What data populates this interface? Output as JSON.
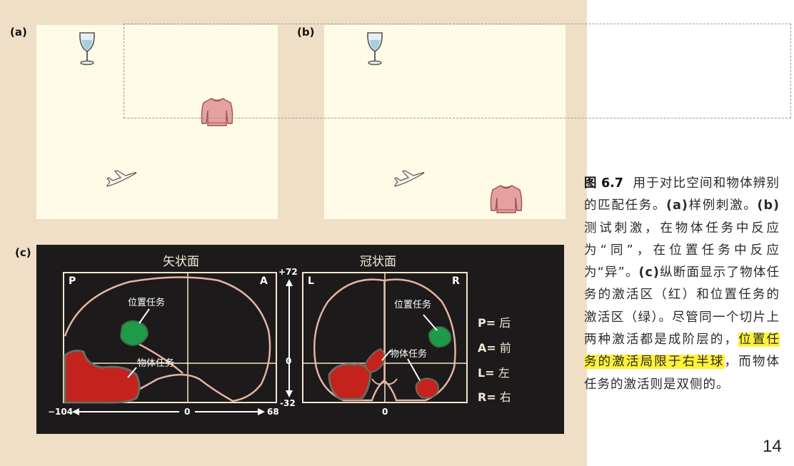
{
  "panels": {
    "a_label": "(a)",
    "b_label": "(b)",
    "c_label": "(c)"
  },
  "stimuli": {
    "a": [
      "wine-glass",
      "sweater",
      "airplane"
    ],
    "b": [
      "wine-glass",
      "airplane",
      "sweater"
    ]
  },
  "brain": {
    "sagittal_title": "矢状面",
    "coronal_title": "冠状面",
    "sag_left_letter": "P",
    "sag_right_letter": "A",
    "cor_left_letter": "L",
    "cor_right_letter": "R",
    "location_task_label": "位置任务",
    "object_task_label": "物体任务",
    "axis_top": "+72",
    "axis_mid": "0",
    "axis_bottom": "-32",
    "x_left": "−104",
    "x_mid": "0",
    "x_right": "68",
    "cor_x_mid": "0",
    "colors": {
      "background": "#1c1a1b",
      "outline": "#f6e6c4",
      "object_task": "#c4221d",
      "location_task": "#1e9a48"
    }
  },
  "legend": [
    {
      "key": "P",
      "eq": "=",
      "value": "后"
    },
    {
      "key": "A",
      "eq": "=",
      "value": "前"
    },
    {
      "key": "L",
      "eq": "=",
      "value": "左"
    },
    {
      "key": "R",
      "eq": "=",
      "value": "右"
    }
  ],
  "caption": {
    "fig_num": "图 6.7",
    "part1": "用于对比空间和物体辨别的匹配任务。",
    "a_tag": "(a)",
    "part2": "样例刺激。",
    "b_tag": "(b)",
    "part3": "测试刺激，在物体任务中反应为“同”，在位置任务中反应为“异”。",
    "c_tag": "(c)",
    "part4": "纵断面显示了物体任务的激活区（红）和位置任务的激活区（绿）。尽管同一个切片上两种激活都是成阶层的，",
    "highlight": "位置任务的激活局限于右半球",
    "part5": "，而物体任务的激活则是双侧的。"
  },
  "page_number": "14"
}
